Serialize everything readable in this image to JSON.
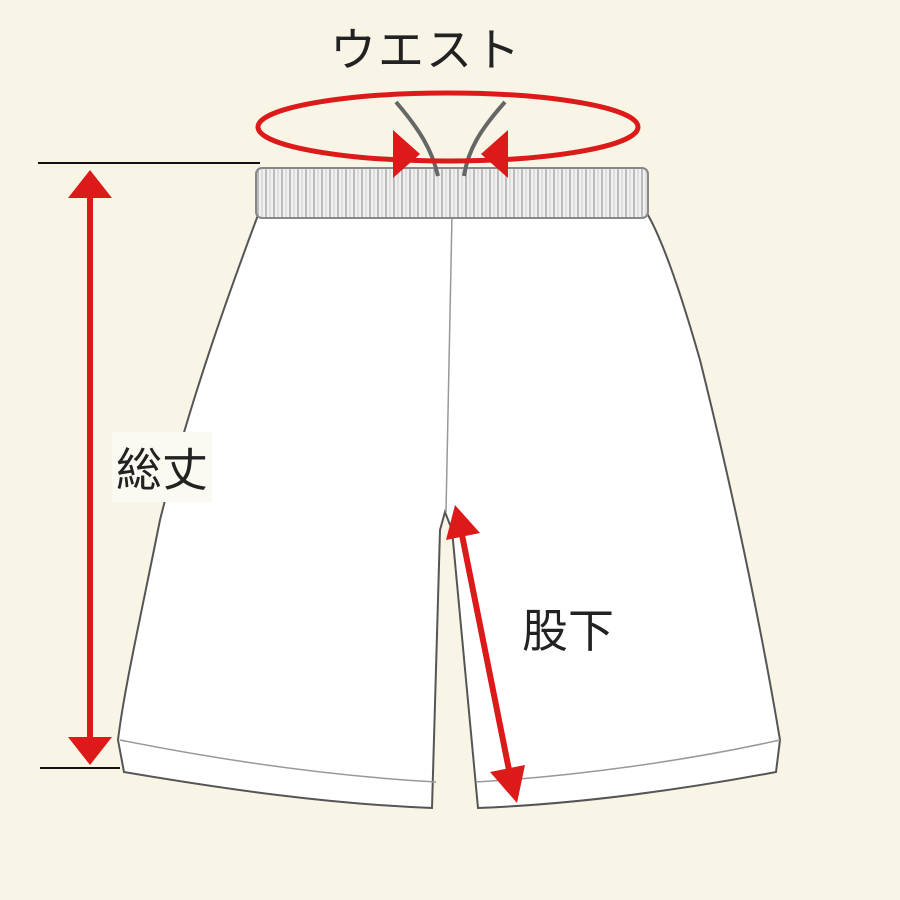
{
  "labels": {
    "waist": "ウエスト",
    "total_length": "総丈",
    "inseam": "股下"
  },
  "colors": {
    "background": "#f8f5e6",
    "arrow": "#dd1a1a",
    "outline": "#555555",
    "garment": "#ffffff"
  }
}
